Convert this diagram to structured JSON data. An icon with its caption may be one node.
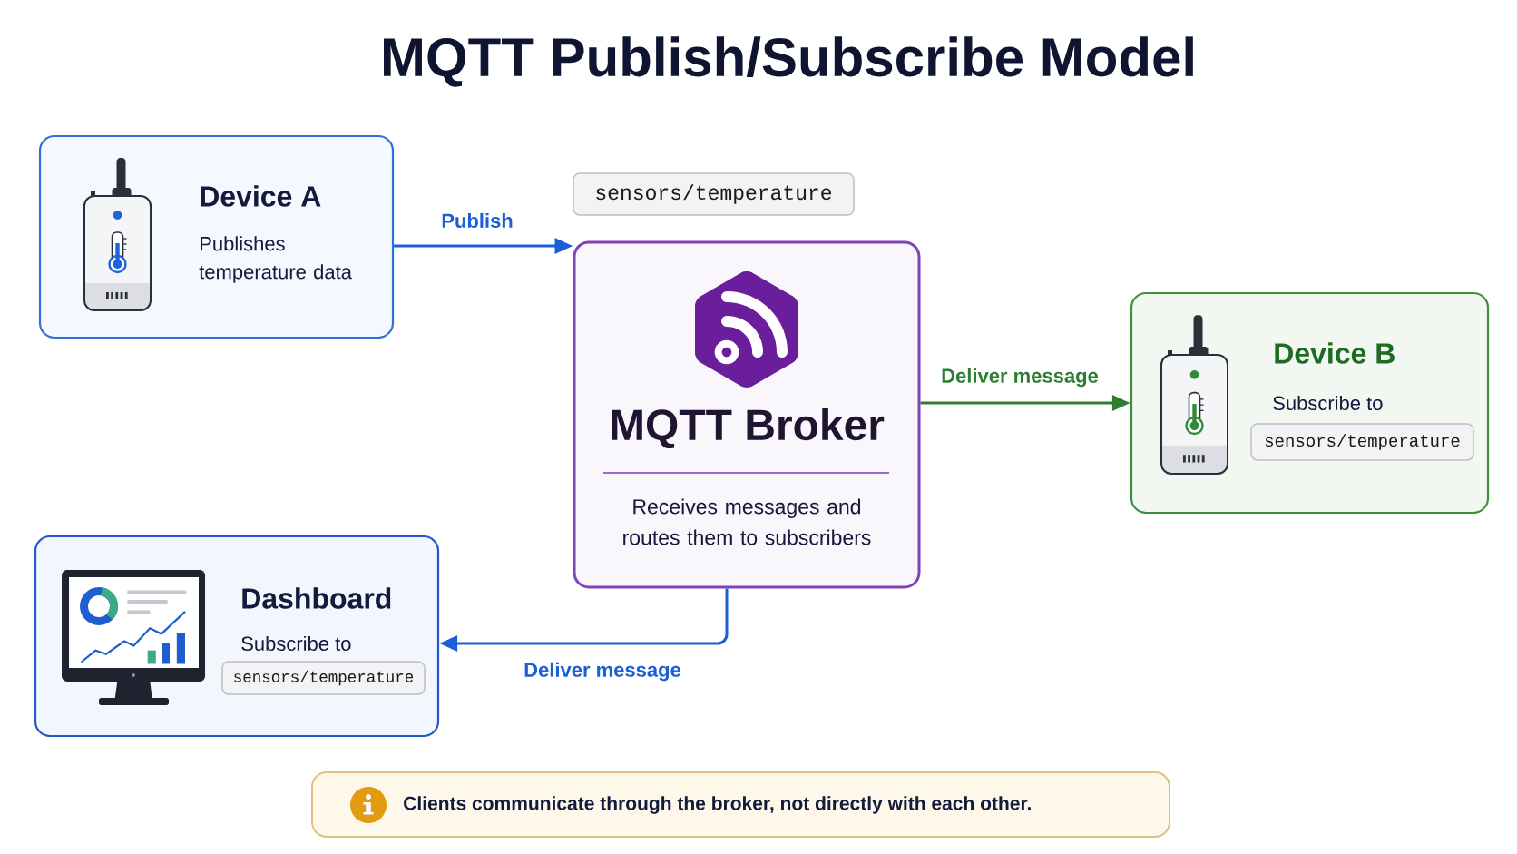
{
  "diagram": {
    "title": "MQTT Publish/Subscribe Model",
    "nodes": [
      {
        "text": [
          "Device A",
          "Publishes temperature data"
        ]
      },
      {
        "text": [
          "sensors/temperature"
        ]
      },
      {
        "text": [
          "MQTT Broker",
          "Receives messages and routes them to subscribers"
        ]
      },
      {
        "text": [
          "Device B",
          "Subscribe to"
        ]
      },
      {
        "text": [
          "sensors/temperature"
        ],
        "in": 3
      },
      {
        "text": [
          "Dashboard",
          "Subscribe to"
        ]
      },
      {
        "text": [
          "sensors/temperature"
        ],
        "in": 5
      },
      {
        "text": [
          "Clients communicate through the broker, not directly with each other."
        ]
      }
    ],
    "edges": [
      {
        "from": 0,
        "to": 2,
        "arrow": "to",
        "label": "Publish"
      },
      {
        "from": 2,
        "to": 3,
        "arrow": "to",
        "label": "Deliver message",
        "color": "#2e7d32"
      },
      {
        "from": 2,
        "to": 5,
        "arrow": "to",
        "label": "Deliver message"
      }
    ]
  }
}
